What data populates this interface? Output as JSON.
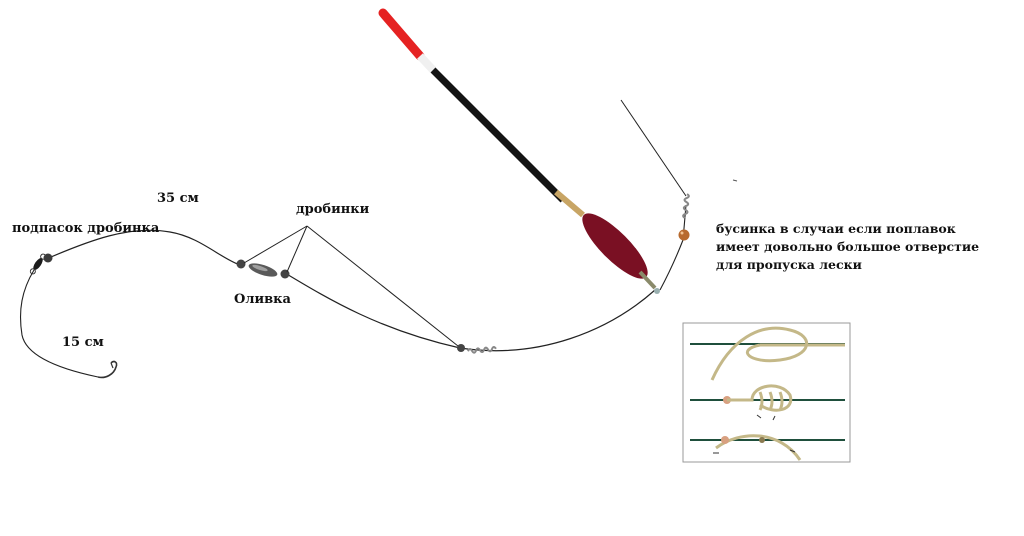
{
  "labels": {
    "distance_top": "35 см",
    "shot_label": "дробинки",
    "sub_shot": "подпасок дробинка",
    "olive_weight": "Оливка",
    "distance_leash": "15 см",
    "bead_note_1": "бусинка в случаи если поплавок",
    "bead_note_2": "имеет довольно большое отверстие",
    "bead_note_3": "для пропуска лески"
  },
  "colors": {
    "line": "#222222",
    "float_tip": "#e52222",
    "float_body": "#141414",
    "float_bulb": "#7a1023",
    "float_ring": "#c8a565",
    "bead": "#b86a2e",
    "knot_line": "#c4b888",
    "knot_rod": "#1f4f3c"
  },
  "icons": [
    "float-icon",
    "hook-icon",
    "swivel-icon",
    "olive-sinker-icon",
    "shot-icon",
    "bead-icon",
    "knot-diagram-icon"
  ]
}
